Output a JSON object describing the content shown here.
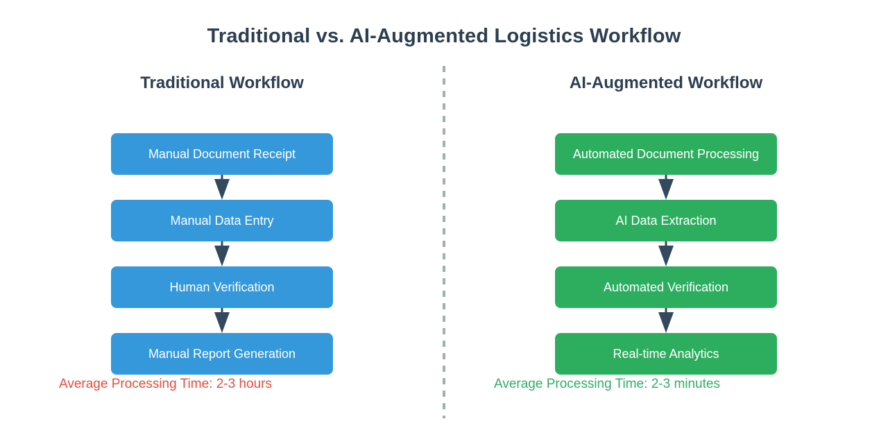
{
  "title": "Traditional vs. AI-Augmented Logistics Workflow",
  "columns": [
    {
      "header": "Traditional Workflow",
      "steps": [
        "Manual Document Receipt",
        "Manual Data Entry",
        "Human Verification",
        "Manual Report Generation"
      ],
      "footer": "Average Processing Time: 2-3 hours"
    },
    {
      "header": "AI-Augmented Workflow",
      "steps": [
        "Automated Document Processing",
        "AI Data Extraction",
        "Automated Verification",
        "Real-time Analytics"
      ],
      "footer": "Average Processing Time: 2-3 minutes"
    }
  ],
  "colors": {
    "traditional_box": "#3498db",
    "ai_box": "#2dae5f",
    "traditional_footer_text": "#e74c3c",
    "ai_footer_text": "#2fae66",
    "heading_text": "#2c3e50",
    "arrow": "#34495e",
    "divider": "#9fb1ad",
    "box_text": "#ffffff"
  }
}
